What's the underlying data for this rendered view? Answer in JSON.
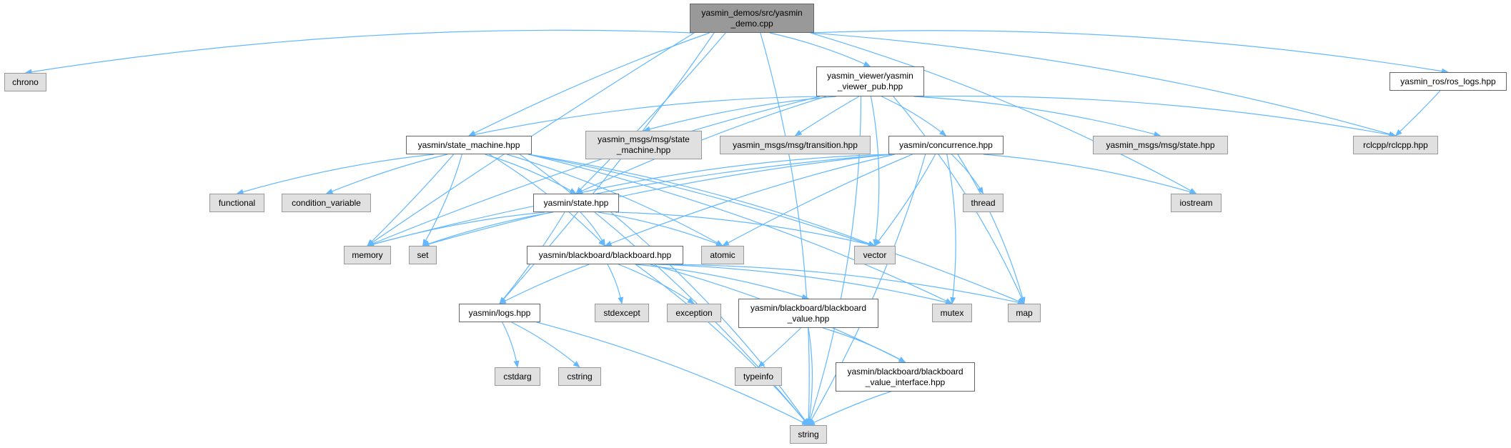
{
  "graph": {
    "nodes": {
      "demo": {
        "label": "yasmin_demos/src/yasmin\n_demo.cpp",
        "kind": "root"
      },
      "chrono": {
        "label": "chrono",
        "kind": "sys"
      },
      "viewer": {
        "label": "yasmin_viewer/yasmin\n_viewer_pub.hpp",
        "kind": "local"
      },
      "ros_logs": {
        "label": "yasmin_ros/ros_logs.hpp",
        "kind": "local"
      },
      "rclcpp": {
        "label": "rclcpp/rclcpp.hpp",
        "kind": "sys"
      },
      "state_machine": {
        "label": "yasmin/state_machine.hpp",
        "kind": "local"
      },
      "sm_msg": {
        "label": "yasmin_msgs/msg/state\n_machine.hpp",
        "kind": "sys"
      },
      "transition": {
        "label": "yasmin_msgs/msg/transition.hpp",
        "kind": "sys"
      },
      "concurrence": {
        "label": "yasmin/concurrence.hpp",
        "kind": "local"
      },
      "state_msg": {
        "label": "yasmin_msgs/msg/state.hpp",
        "kind": "sys"
      },
      "functional": {
        "label": "functional",
        "kind": "sys"
      },
      "condition_variable": {
        "label": "condition_variable",
        "kind": "sys"
      },
      "state": {
        "label": "yasmin/state.hpp",
        "kind": "local"
      },
      "thread": {
        "label": "thread",
        "kind": "sys"
      },
      "iostream": {
        "label": "iostream",
        "kind": "sys"
      },
      "memory": {
        "label": "memory",
        "kind": "sys"
      },
      "set": {
        "label": "set",
        "kind": "sys"
      },
      "blackboard": {
        "label": "yasmin/blackboard/blackboard.hpp",
        "kind": "local"
      },
      "atomic": {
        "label": "atomic",
        "kind": "sys"
      },
      "vector": {
        "label": "vector",
        "kind": "sys"
      },
      "logs": {
        "label": "yasmin/logs.hpp",
        "kind": "local"
      },
      "stdexcept": {
        "label": "stdexcept",
        "kind": "sys"
      },
      "exception": {
        "label": "exception",
        "kind": "sys"
      },
      "bb_value": {
        "label": "yasmin/blackboard/blackboard\n_value.hpp",
        "kind": "local"
      },
      "mutex": {
        "label": "mutex",
        "kind": "sys"
      },
      "map": {
        "label": "map",
        "kind": "sys"
      },
      "cstdarg": {
        "label": "cstdarg",
        "kind": "sys"
      },
      "cstring": {
        "label": "cstring",
        "kind": "sys"
      },
      "typeinfo": {
        "label": "typeinfo",
        "kind": "sys"
      },
      "bb_value_interface": {
        "label": "yasmin/blackboard/blackboard\n_value_interface.hpp",
        "kind": "local"
      },
      "string": {
        "label": "string",
        "kind": "sys"
      }
    },
    "edges": [
      [
        "demo",
        "chrono"
      ],
      [
        "demo",
        "memory"
      ],
      [
        "demo",
        "logs"
      ],
      [
        "demo",
        "state_machine"
      ],
      [
        "demo",
        "state"
      ],
      [
        "demo",
        "viewer"
      ],
      [
        "demo",
        "ros_logs"
      ],
      [
        "demo",
        "rclcpp"
      ],
      [
        "demo",
        "iostream"
      ],
      [
        "demo",
        "string"
      ],
      [
        "viewer",
        "state_machine"
      ],
      [
        "viewer",
        "sm_msg"
      ],
      [
        "viewer",
        "transition"
      ],
      [
        "viewer",
        "concurrence"
      ],
      [
        "viewer",
        "state_msg"
      ],
      [
        "viewer",
        "rclcpp"
      ],
      [
        "viewer",
        "state"
      ],
      [
        "viewer",
        "memory"
      ],
      [
        "viewer",
        "vector"
      ],
      [
        "viewer",
        "map"
      ],
      [
        "viewer",
        "string"
      ],
      [
        "ros_logs",
        "rclcpp"
      ],
      [
        "state_machine",
        "functional"
      ],
      [
        "state_machine",
        "condition_variable"
      ],
      [
        "state_machine",
        "memory"
      ],
      [
        "state_machine",
        "set"
      ],
      [
        "state_machine",
        "state"
      ],
      [
        "state_machine",
        "string"
      ],
      [
        "state_machine",
        "blackboard"
      ],
      [
        "state_machine",
        "atomic"
      ],
      [
        "state_machine",
        "vector"
      ],
      [
        "state_machine",
        "mutex"
      ],
      [
        "state_machine",
        "map"
      ],
      [
        "concurrence",
        "state"
      ],
      [
        "concurrence",
        "memory"
      ],
      [
        "concurrence",
        "set"
      ],
      [
        "concurrence",
        "blackboard"
      ],
      [
        "concurrence",
        "atomic"
      ],
      [
        "concurrence",
        "vector"
      ],
      [
        "concurrence",
        "mutex"
      ],
      [
        "concurrence",
        "map"
      ],
      [
        "concurrence",
        "thread"
      ],
      [
        "concurrence",
        "iostream"
      ],
      [
        "concurrence",
        "string"
      ],
      [
        "state",
        "memory"
      ],
      [
        "state",
        "set"
      ],
      [
        "state",
        "blackboard"
      ],
      [
        "state",
        "atomic"
      ],
      [
        "state",
        "vector"
      ],
      [
        "state",
        "logs"
      ],
      [
        "state",
        "string"
      ],
      [
        "blackboard",
        "logs"
      ],
      [
        "blackboard",
        "stdexcept"
      ],
      [
        "blackboard",
        "exception"
      ],
      [
        "blackboard",
        "bb_value"
      ],
      [
        "blackboard",
        "bb_value_interface"
      ],
      [
        "blackboard",
        "mutex"
      ],
      [
        "blackboard",
        "map"
      ],
      [
        "blackboard",
        "string"
      ],
      [
        "logs",
        "cstdarg"
      ],
      [
        "logs",
        "cstring"
      ],
      [
        "logs",
        "string"
      ],
      [
        "bb_value",
        "typeinfo"
      ],
      [
        "bb_value",
        "bb_value_interface"
      ],
      [
        "bb_value",
        "string"
      ],
      [
        "bb_value_interface",
        "string"
      ]
    ],
    "colors": {
      "edge": "#63b8ff",
      "root": "#999999",
      "system": "#e0e0e0",
      "local": "#ffffff"
    }
  }
}
